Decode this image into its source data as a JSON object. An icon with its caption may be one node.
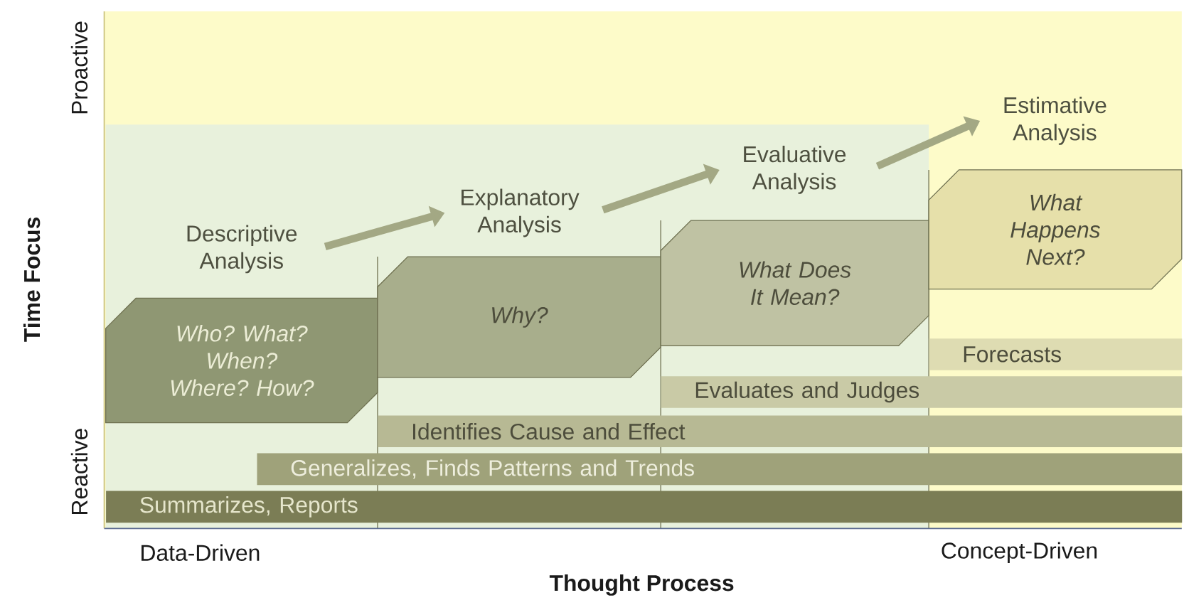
{
  "diagram": {
    "nodes": [
      {
        "text": [
          "Descriptive Analysis"
        ]
      },
      {
        "text": [
          "Explanatory Analysis"
        ]
      },
      {
        "text": [
          "Evaluative Analysis"
        ]
      },
      {
        "text": [
          "Estimative Analysis"
        ]
      },
      {
        "text": [
          "Who? What? When? Where? How?"
        ]
      },
      {
        "text": [
          "Why?"
        ]
      },
      {
        "text": [
          "What Does It Mean?"
        ]
      },
      {
        "text": [
          "What Happens Next?"
        ]
      },
      {
        "text": [
          "Forecasts"
        ]
      },
      {
        "text": [
          "Evaluates and Judges"
        ]
      },
      {
        "text": [
          "Identifies Cause and Effect"
        ]
      },
      {
        "text": [
          "Generalizes, Finds Patterns and Trends"
        ]
      },
      {
        "text": [
          "Summarizes, Reports"
        ]
      }
    ],
    "edges": [
      {
        "from": 0,
        "to": 1,
        "arrow": "to"
      },
      {
        "from": 1,
        "to": 2,
        "arrow": "to"
      },
      {
        "from": 2,
        "to": 3,
        "arrow": "to"
      }
    ],
    "labels": [
      "Proactive",
      "Reactive",
      "Time Focus",
      "Data-Driven",
      "Concept-Driven",
      "Thought Process"
    ]
  }
}
